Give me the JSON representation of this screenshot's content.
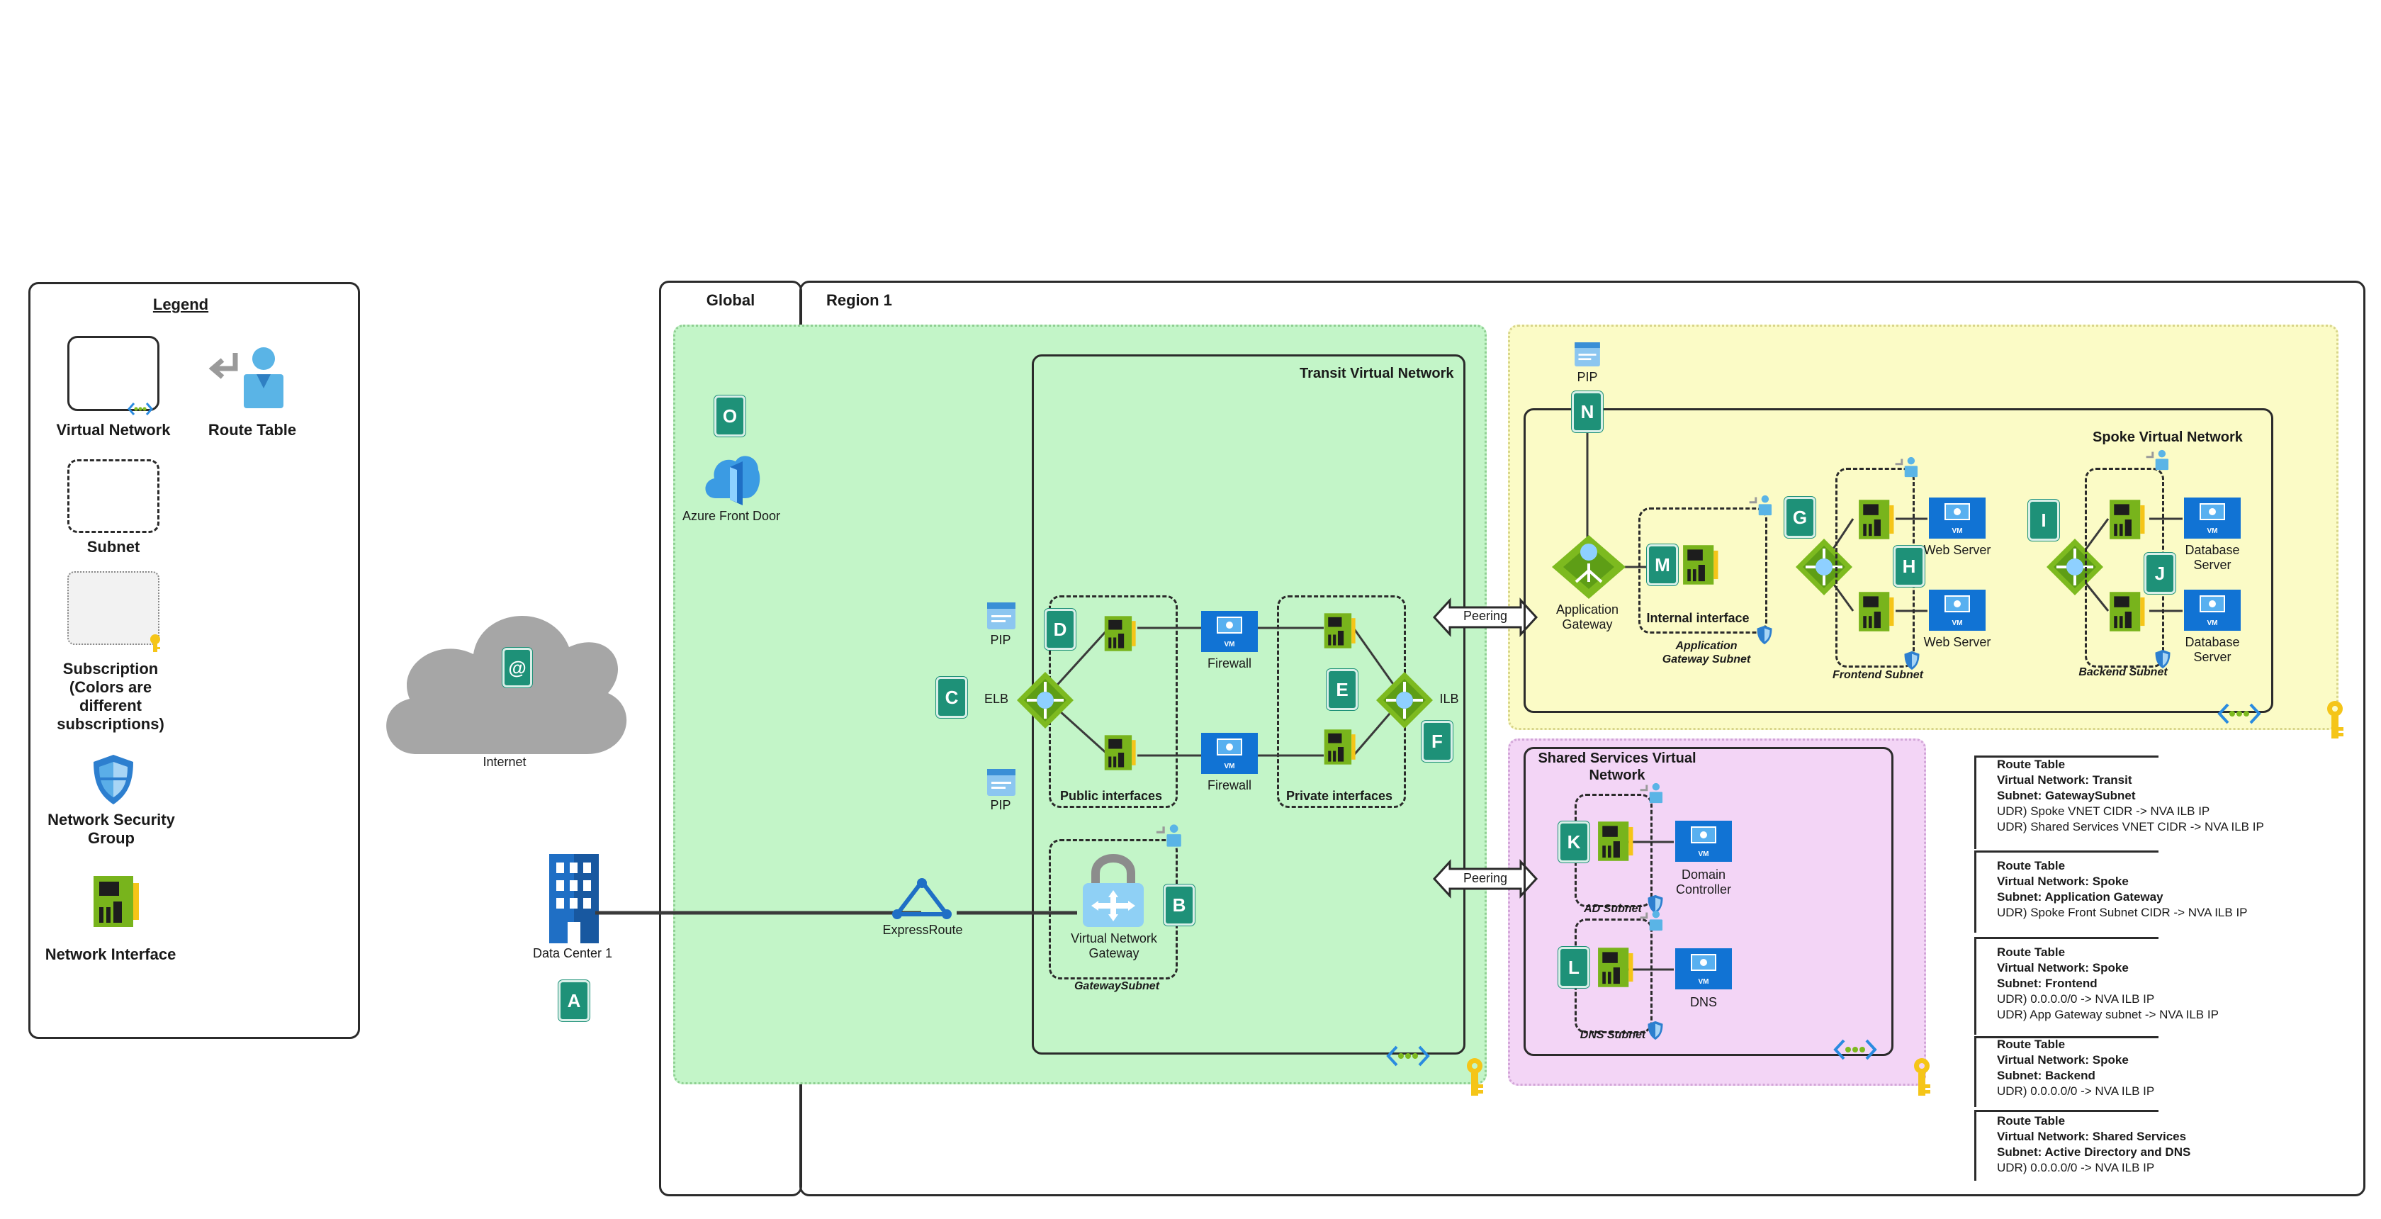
{
  "legend": {
    "title": "Legend",
    "virtual_network": "Virtual Network",
    "route_table": "Route Table",
    "subnet": "Subnet",
    "subscription": "Subscription (Colors are different subscriptions)",
    "nsg": "Network Security Group",
    "nic": "Network Interface"
  },
  "regions": {
    "global": "Global",
    "region1": "Region 1"
  },
  "onprem": {
    "internet": "Internet",
    "datacenter": "Data Center 1",
    "expressroute": "ExpressRoute"
  },
  "global_items": {
    "frontdoor": "Azure Front Door"
  },
  "transit": {
    "title": "Transit Virtual Network",
    "pip": "PIP",
    "elb": "ELB",
    "ilb": "ILB",
    "firewall": "Firewall",
    "public_interfaces": "Public interfaces",
    "private_interfaces": "Private interfaces",
    "vng": "Virtual Network Gateway",
    "gateway_subnet": "GatewaySubnet",
    "vm": "VM"
  },
  "peering": "Peering",
  "spoke": {
    "title": "Spoke Virtual Network",
    "pip": "PIP",
    "appgw": "Application Gateway",
    "internal_interface": "Internal interface",
    "appgw_subnet": "Application Gateway Subnet",
    "web_server": "Web Server",
    "frontend_subnet": "Frontend Subnet",
    "db_server": "Database Server",
    "backend_subnet": "Backend Subnet"
  },
  "shared": {
    "title": "Shared Services Virtual Network",
    "dc": "Domain Controller",
    "ad_subnet": "AD Subnet",
    "dns": "DNS",
    "dns_subnet": "DNS Subnet"
  },
  "tags": [
    "A",
    "B",
    "C",
    "D",
    "E",
    "F",
    "G",
    "H",
    "I",
    "J",
    "K",
    "L",
    "M",
    "N",
    "O"
  ],
  "route_tables": [
    {
      "title": "Route Table",
      "vnet": "Virtual Network: Transit",
      "subnet": "Subnet: GatewaySubnet",
      "udrs": [
        "UDR) Spoke VNET CIDR -> NVA ILB IP",
        "UDR) Shared Services VNET CIDR -> NVA ILB IP"
      ]
    },
    {
      "title": "Route Table",
      "vnet": "Virtual Network: Spoke",
      "subnet": "Subnet: Application Gateway",
      "udrs": [
        "UDR) Spoke Front Subnet CIDR -> NVA ILB IP"
      ]
    },
    {
      "title": "Route Table",
      "vnet": "Virtual Network: Spoke",
      "subnet": "Subnet: Frontend",
      "udrs": [
        "UDR) 0.0.0.0/0 -> NVA ILB IP",
        "UDR) App Gateway subnet -> NVA ILB IP"
      ]
    },
    {
      "title": "Route Table",
      "vnet": "Virtual Network: Spoke",
      "subnet": "Subnet: Backend",
      "udrs": [
        "UDR) 0.0.0.0/0 -> NVA ILB IP"
      ]
    },
    {
      "title": "Route Table",
      "vnet": "Virtual Network: Shared Services",
      "subnet": "Subnet: Active Directory and DNS",
      "udrs": [
        "UDR) 0.0.0.0/0 -> NVA ILB IP"
      ]
    }
  ],
  "colors": {
    "transit_subscription": "#c3f5c8",
    "spoke_subscription": "#fbfbc6",
    "shared_subscription": "#f3d5f6",
    "tag": "#1e9178",
    "vm_blue": "#1173d4",
    "nic_green": "#78b41c",
    "lb_green": "#7dba1f"
  },
  "icons": [
    "vnet-icon",
    "route-table-icon",
    "subscription-key-icon",
    "nsg-shield-icon",
    "nic-icon",
    "cloud-icon",
    "building-icon",
    "expressroute-icon",
    "front-door-icon",
    "pip-icon",
    "load-balancer-icon",
    "vm-icon",
    "vpn-gateway-icon",
    "app-gateway-icon"
  ]
}
